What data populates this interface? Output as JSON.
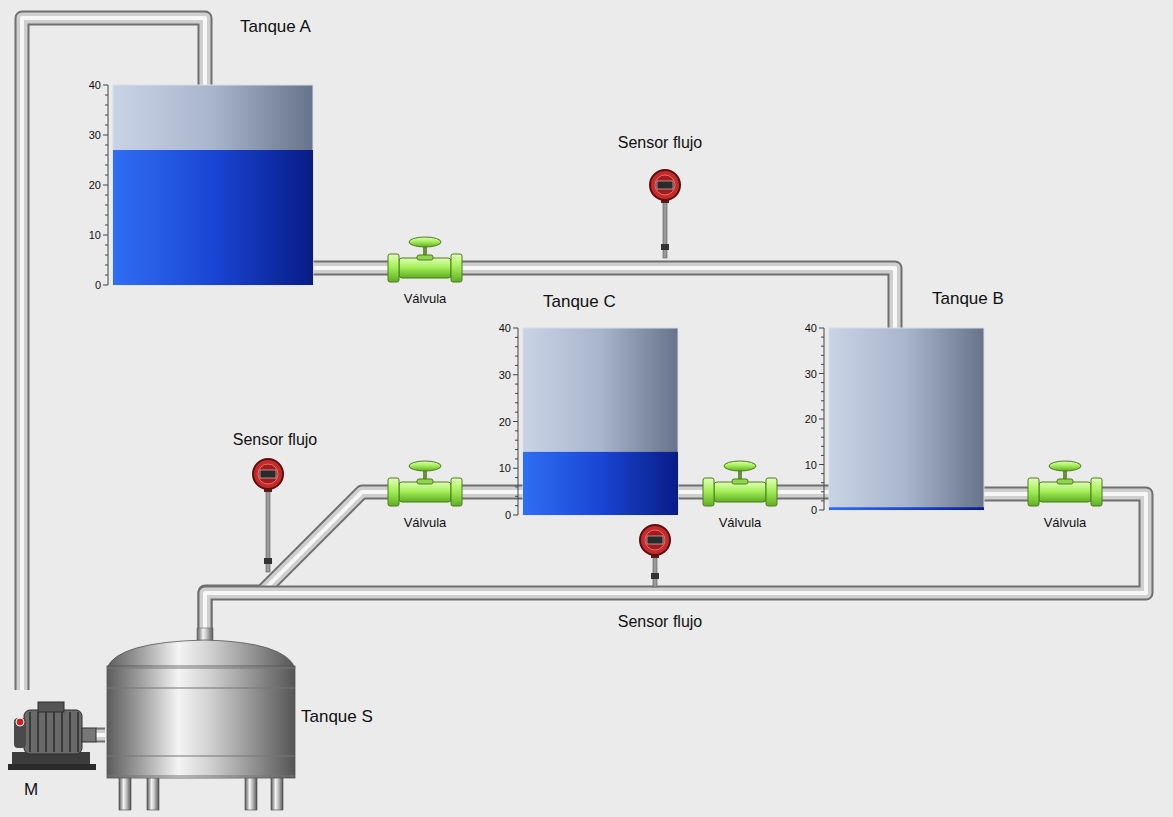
{
  "diagram": {
    "nodes": [
      {
        "text": [
          "Tanque A"
        ]
      },
      {
        "text": [
          "Tanque C"
        ]
      },
      {
        "text": [
          "Tanque B"
        ]
      },
      {
        "text": [
          "Tanque S"
        ]
      },
      {
        "text": [
          "M"
        ]
      }
    ],
    "edges": [
      {
        "from": 4,
        "to": 0,
        "arrow": "none"
      },
      {
        "from": 0,
        "to": 2,
        "arrow": "none"
      },
      {
        "from": 1,
        "to": 2,
        "arrow": "none"
      },
      {
        "from": 1,
        "to": 3,
        "arrow": "none"
      },
      {
        "from": 2,
        "to": 3,
        "arrow": "none"
      },
      {
        "from": 3,
        "to": 4,
        "arrow": "none"
      }
    ],
    "labels": [
      "Sensor flujo",
      "Válvula",
      "Sensor flujo",
      "Válvula",
      "Válvula",
      "Válvula",
      "Sensor flujo",
      "40",
      "30",
      "20",
      "10",
      "0",
      "40",
      "30",
      "20",
      "10",
      "0",
      "40",
      "30",
      "20",
      "10",
      "0"
    ]
  }
}
